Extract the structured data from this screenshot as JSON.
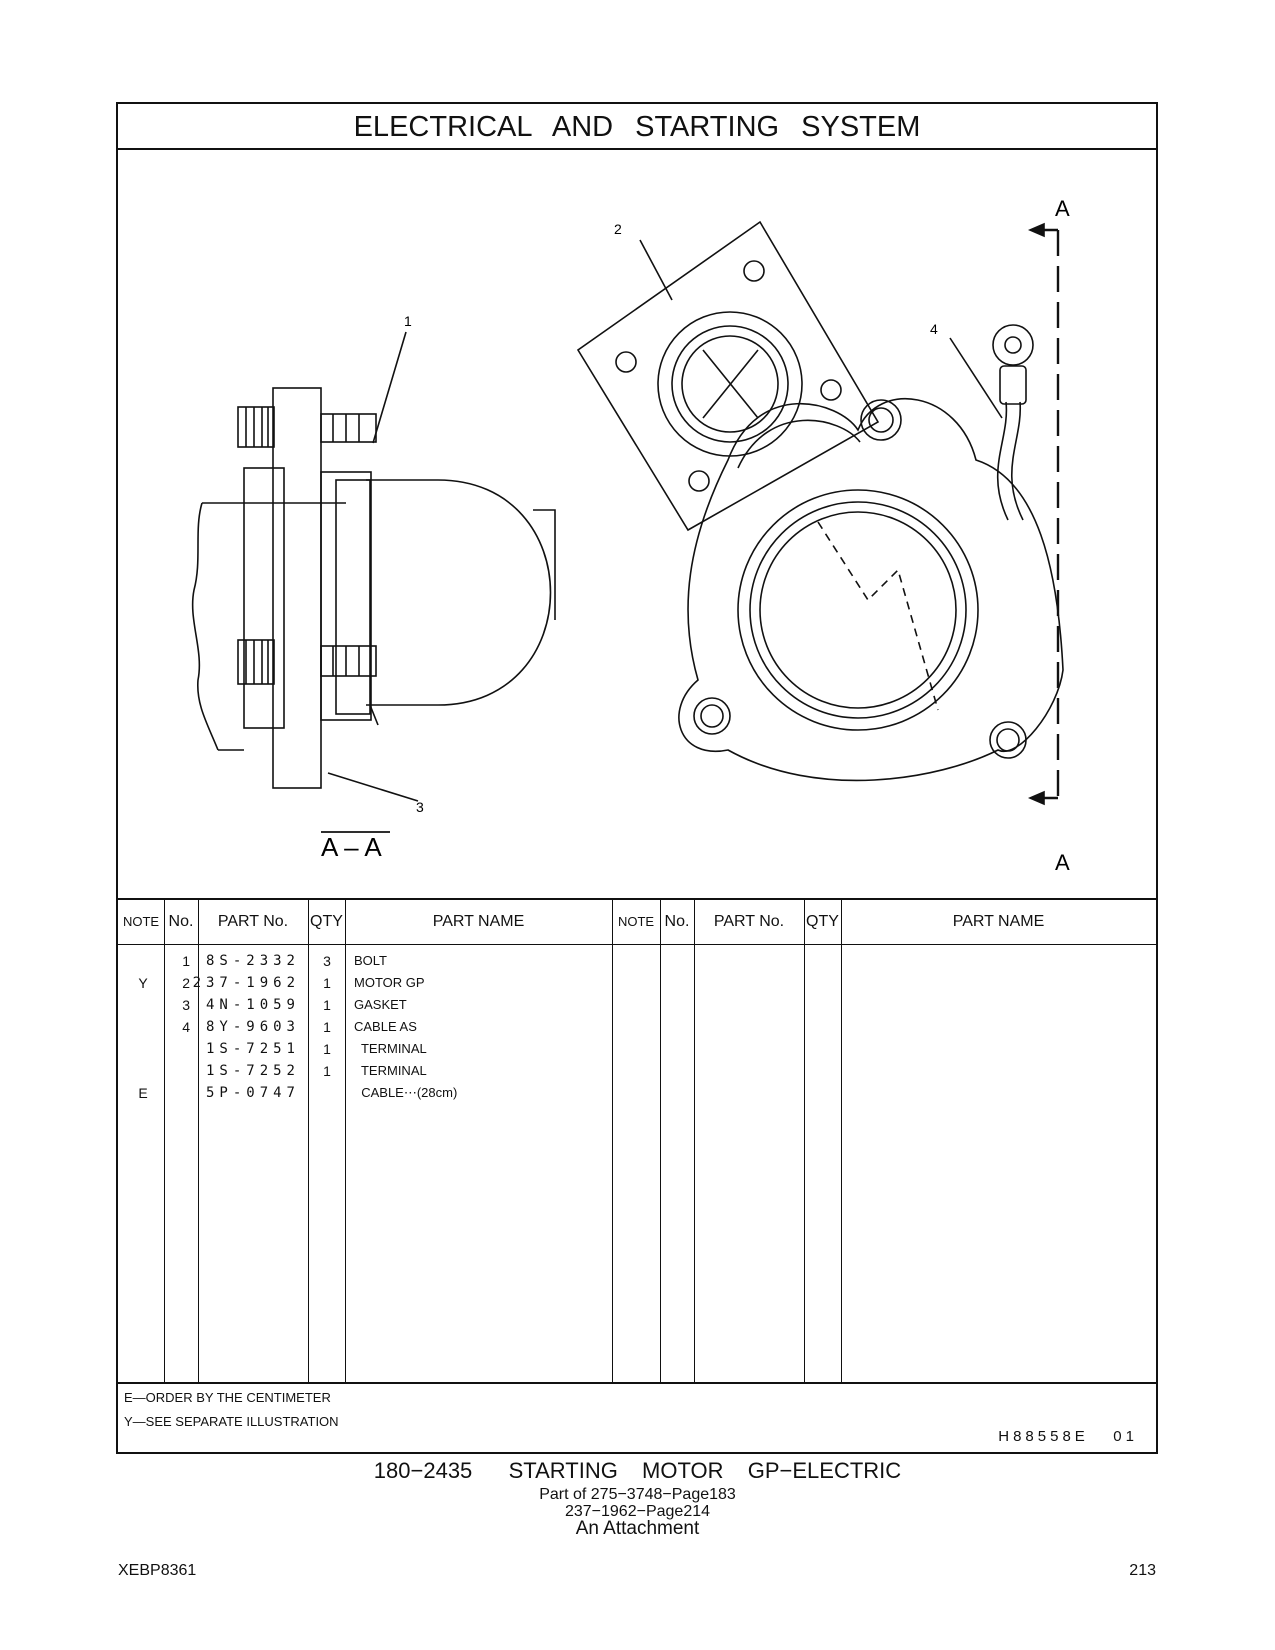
{
  "header": {
    "title": "ELECTRICAL AND STARTING SYSTEM"
  },
  "illustration": {
    "callouts": [
      "1",
      "2",
      "3",
      "4"
    ],
    "view_label": "A – A",
    "section_marker_top": "A",
    "section_marker_bottom": "A"
  },
  "table": {
    "headers": {
      "note": "NOTE",
      "no": "No.",
      "part_no": "PART No.",
      "qty": "QTY",
      "part_name": "PART NAME"
    },
    "rows": [
      {
        "note": "",
        "no": "1",
        "part_no": "8S-2332",
        "qty": "3",
        "part_name": "BOLT"
      },
      {
        "note": "Y",
        "no": "2",
        "part_no": "237-1962",
        "qty": "1",
        "part_name": "MOTOR GP"
      },
      {
        "note": "",
        "no": "3",
        "part_no": "4N-1059",
        "qty": "1",
        "part_name": "GASKET"
      },
      {
        "note": "",
        "no": "4",
        "part_no": "8Y-9603",
        "qty": "1",
        "part_name": "CABLE AS"
      },
      {
        "note": "",
        "no": "",
        "part_no": "1S-7251",
        "qty": "1",
        "part_name": "  TERMINAL"
      },
      {
        "note": "",
        "no": "",
        "part_no": "1S-7252",
        "qty": "1",
        "part_name": "  TERMINAL"
      },
      {
        "note": "E",
        "no": "",
        "part_no": "5P-0747",
        "qty": "",
        "part_name": "  CABLE⋯(28cm)"
      }
    ]
  },
  "footnotes": {
    "e_note": "E—ORDER BY THE CENTIMETER",
    "y_note": "Y—SEE SEPARATE ILLUSTRATION",
    "ref_code": "H88558E   01"
  },
  "caption": {
    "main": "180−2435   STARTING  MOTOR  GP−ELECTRIC",
    "sub1": "Part of 275−3748−Page183",
    "sub2": "237−1962−Page214",
    "sub3": "An Attachment"
  },
  "footer": {
    "doc_id": "XEBP8361",
    "page": "213"
  }
}
